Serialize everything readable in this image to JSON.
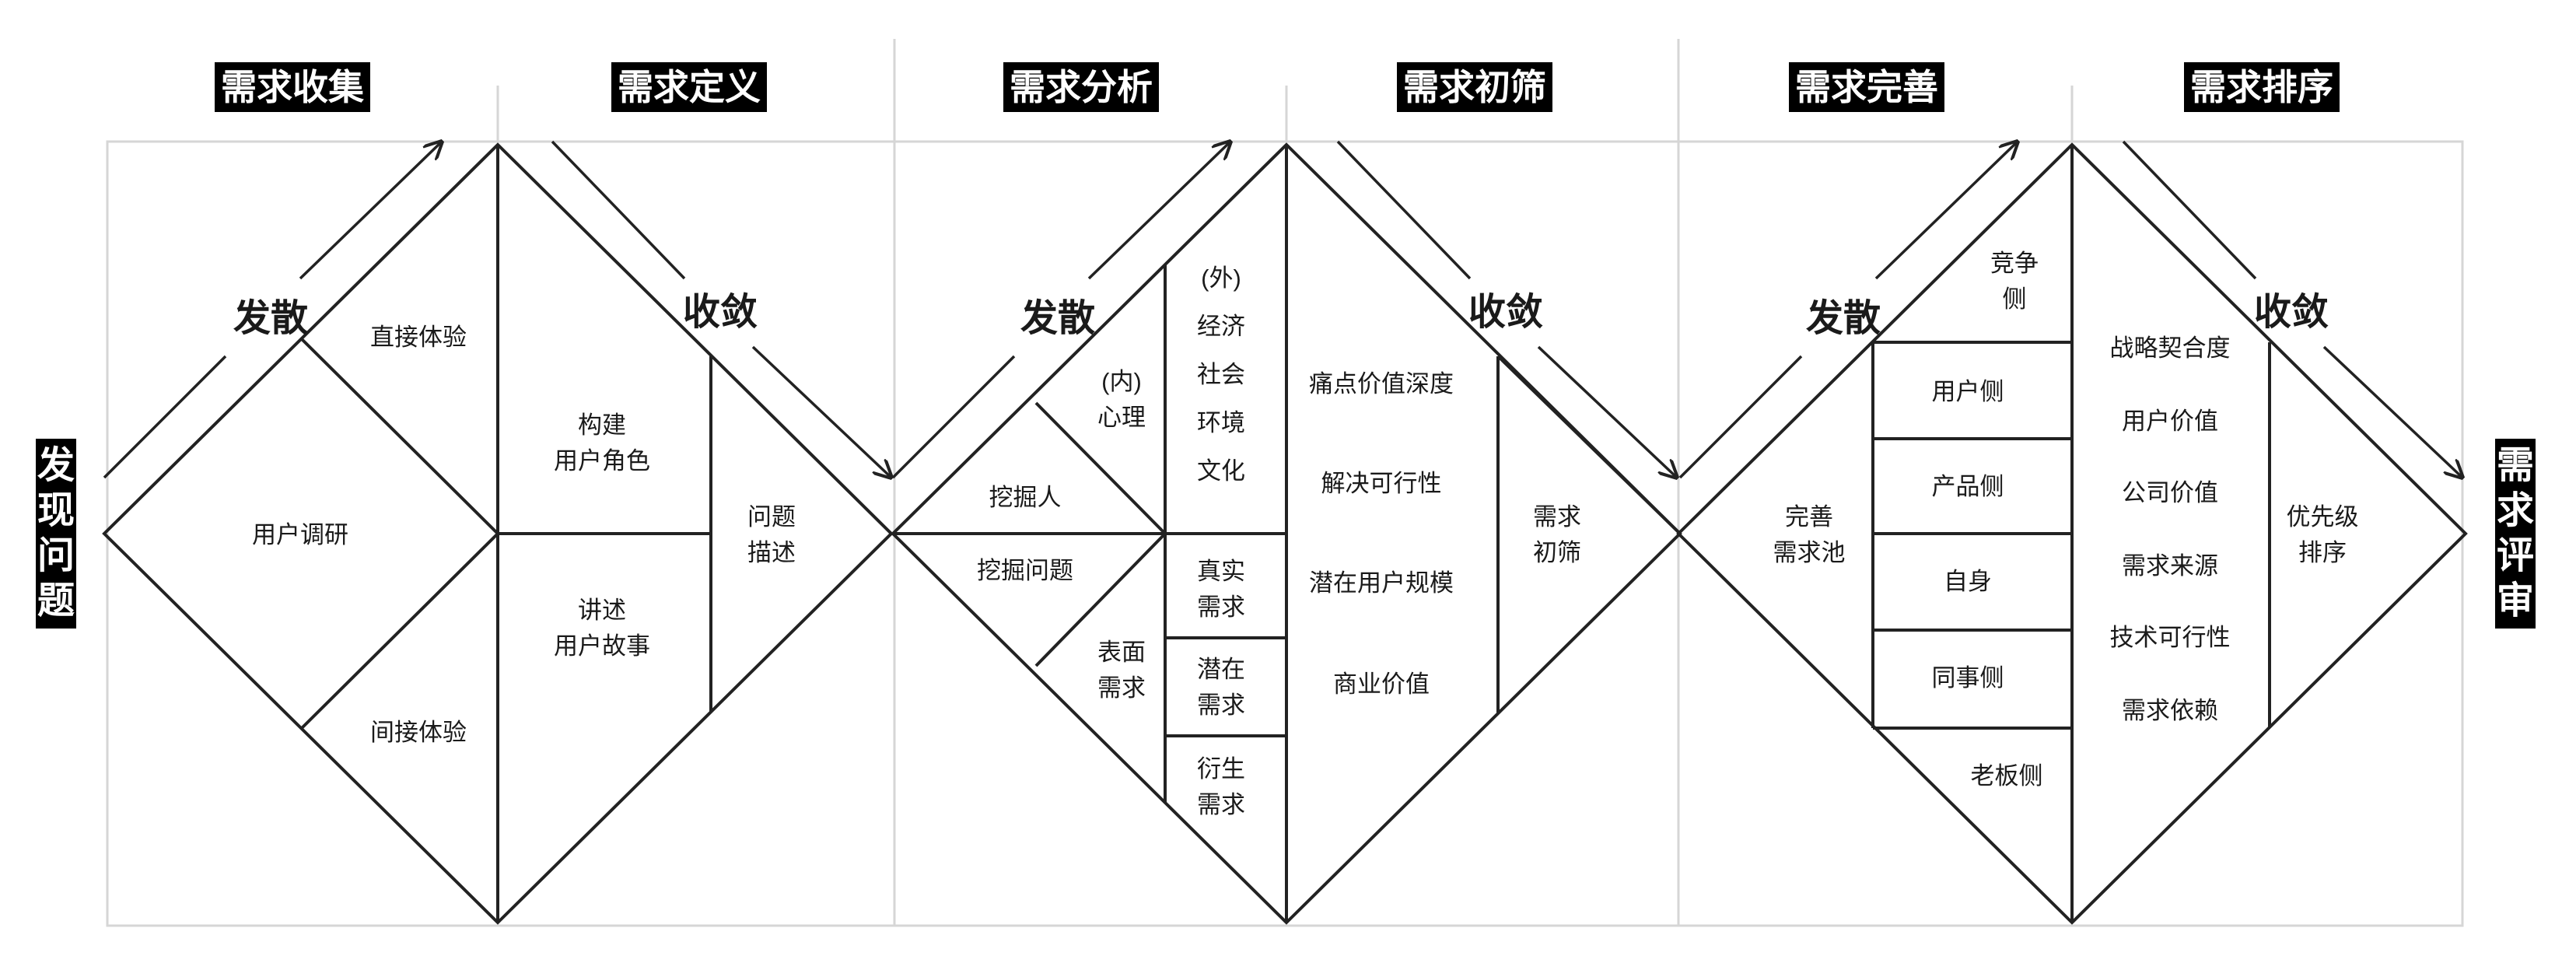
{
  "headers": [
    "需求收集",
    "需求定义",
    "需求分析",
    "需求初筛",
    "需求完善",
    "需求排序"
  ],
  "side_left": [
    "发",
    "现",
    "问",
    "题"
  ],
  "side_right": [
    "需",
    "求",
    "评",
    "审"
  ],
  "phase": {
    "diverge": "发散",
    "converge": "收敛"
  },
  "d1": {
    "top": "直接体验",
    "left": "用户调研",
    "bottom": "间接体验",
    "mid_top": [
      "构建",
      "用户角色"
    ],
    "mid_bottom": [
      "讲述",
      "用户故事"
    ],
    "right": [
      "问题",
      "描述"
    ]
  },
  "d2": {
    "inner": [
      "(内)",
      "心理"
    ],
    "outer": [
      "(外)",
      "经济",
      "社会",
      "环境",
      "文化"
    ],
    "left_top": "挖掘人",
    "left_bottom": "挖掘问题",
    "surface": [
      "表面",
      "需求"
    ],
    "real": [
      "真实",
      "需求"
    ],
    "latent": [
      "潜在",
      "需求"
    ],
    "derived": [
      "衍生",
      "需求"
    ],
    "criteria": [
      "痛点价值深度",
      "解决可行性",
      "潜在用户规模",
      "商业价值"
    ],
    "right": [
      "需求",
      "初筛"
    ]
  },
  "d3": {
    "competitor": [
      "竞争",
      "侧"
    ],
    "left": [
      "完善",
      "需求池"
    ],
    "sides": [
      "用户侧",
      "产品侧",
      "自身",
      "同事侧"
    ],
    "boss": "老板侧",
    "criteria": [
      "战略契合度",
      "用户价值",
      "公司价值",
      "需求来源",
      "技术可行性",
      "需求依赖"
    ],
    "right": [
      "优先级",
      "排序"
    ]
  }
}
